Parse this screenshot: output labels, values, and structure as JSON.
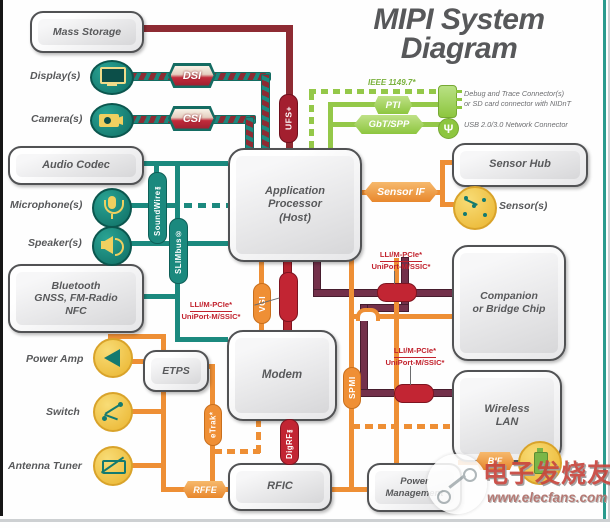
{
  "title": {
    "line1": "MIPI System",
    "line2": "Diagram"
  },
  "colors": {
    "teal": "#1b897e",
    "orange": "#ee8f35",
    "green": "#94c849",
    "maroon": "#73304a",
    "red": "#c22533",
    "dark_red": "#8e2b33",
    "text_gray": "#58595b",
    "icon_yellow": "#f2c23e"
  },
  "boxes": {
    "mass_storage": "Mass Storage",
    "audio_codec": "Audio Codec",
    "bluetooth": "Bluetooth\nGNSS, FM-Radio\nNFC",
    "app_processor": "Application\nProcessor\n(Host)",
    "sensor_hub": "Sensor Hub",
    "companion": "Companion\nor Bridge Chip",
    "wireless_lan": "Wireless\nLAN",
    "etps": "ETPS",
    "modem": "Modem",
    "rfic": "RFIC",
    "power_mgmt": "Power\nManagement"
  },
  "peripherals": {
    "displays": "Display(s)",
    "cameras": "Camera(s)",
    "microphones": "Microphone(s)",
    "speakers": "Speaker(s)",
    "power_amp": "Power Amp",
    "switch": "Switch",
    "antenna_tuner": "Antenna Tuner",
    "sensors": "Sensor(s)"
  },
  "interfaces": {
    "dsi": "DSI",
    "csi": "CSI",
    "ufs": "UFS+",
    "soundwire": "SoundWire℠",
    "slimbus": "SLIMbus®",
    "vgi": "VGI",
    "spmi": "SPMI",
    "etrak": "eTrak*",
    "digrf": "DigRF℠",
    "rffe": "RFFE",
    "pti": "PTI",
    "gbt_spp": "GbT/SPP",
    "sensor_if": "Sensor IF",
    "bif": "BIF",
    "ieee": "IEEE 1149.7*",
    "lli_line1": "LLI/M-PCIe*",
    "lli_line2": "UniPort-M/SSIC*"
  },
  "annotations": {
    "debug_connector": "Debug and Trace Connector(s)\nor SD card connector with NIDnT",
    "usb_connector": "USB 2.0/3.0 Network Connector"
  },
  "watermark": {
    "brand": "电子发烧友",
    "url": "www.elecfans.com"
  }
}
